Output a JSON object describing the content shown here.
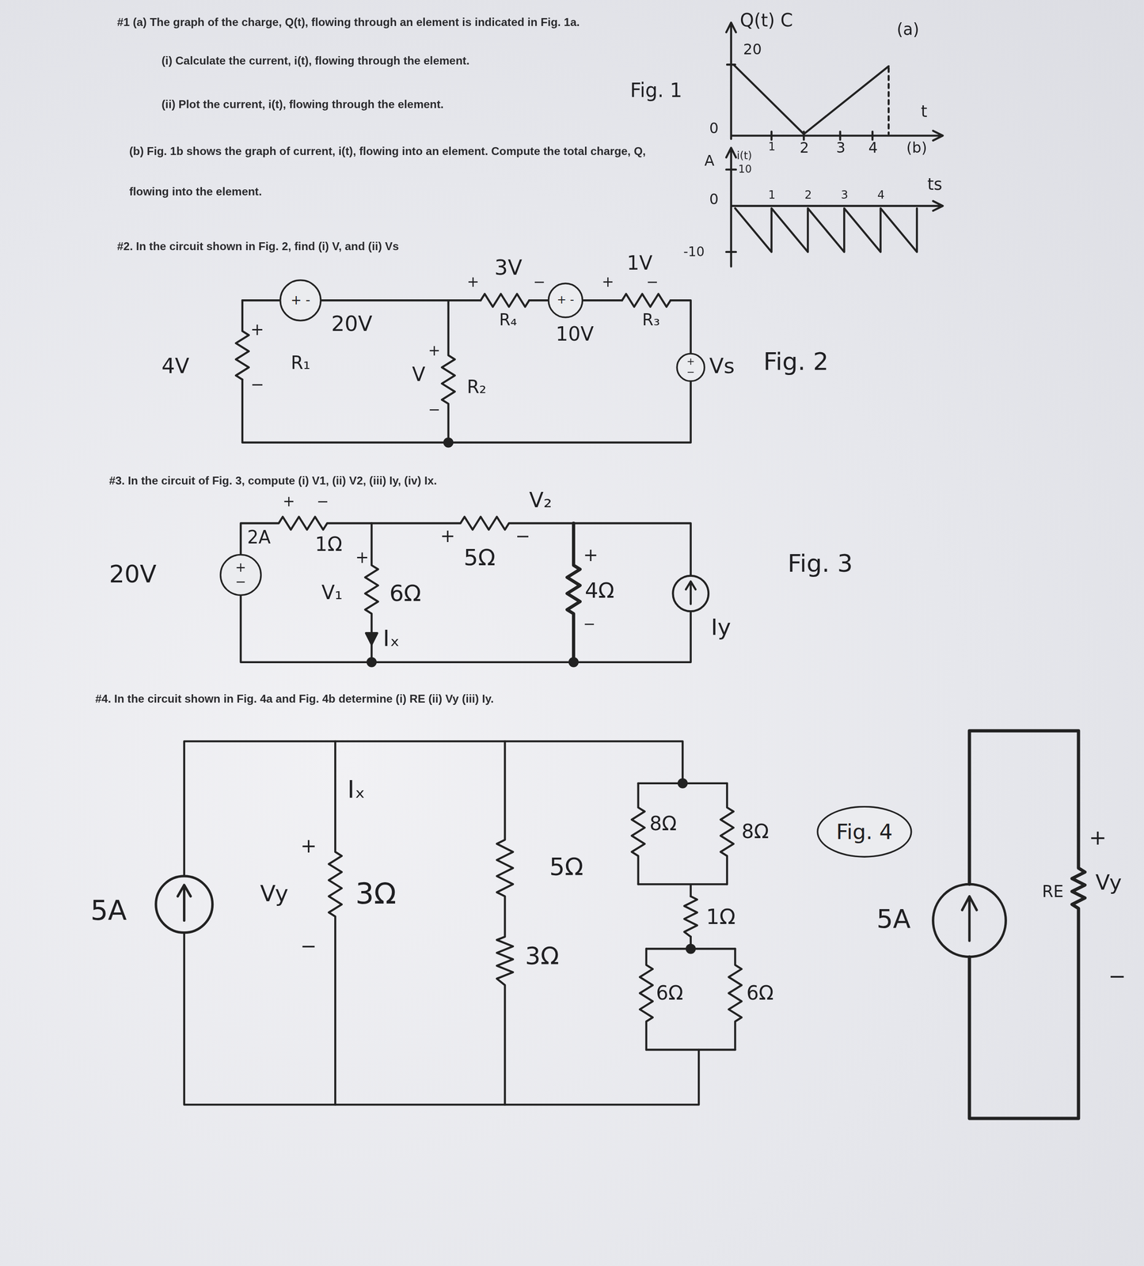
{
  "diagram": {
    "nodes": [
      {
        "text": [
          "+ -"
        ]
      },
      {
        "text": [
          "+ -"
        ]
      },
      {
        "text": [
          "+ −"
        ]
      },
      {
        "text": [
          "+ −"
        ]
      },
      {
        "text": [
          "Fig. 4"
        ]
      }
    ],
    "labels": [
      "#1 (a) The graph of the charge, Q(t), flowing through an element is indicated in Fig. 1a.",
      "(i) Calculate the current, i(t), flowing through the element.",
      "(ii) Plot the current, i(t), flowing through the element.",
      "(b) Fig. 1b shows the graph of current, i(t), flowing into an element. Compute the total charge, Q, flowing into the element.",
      "Fig. 1",
      "Q(t) C",
      "(a)",
      "20",
      "0",
      "1",
      "2",
      "3",
      "4",
      "t",
      "(b)",
      "A",
      "i(t)",
      "10",
      "0",
      "ts",
      "1",
      "2",
      "3",
      "4",
      "-10",
      "#2. In the circuit shown in Fig. 2, find (i) V, and (ii) Vs",
      "+",
      "4V",
      "−",
      "R₁",
      "20V",
      "+",
      "V",
      "−",
      "R₂",
      "+",
      "3V",
      "−",
      "R₄",
      "10V",
      "+",
      "1V",
      "−",
      "R₃",
      "Vs",
      "Fig. 2",
      "#3. In the circuit of Fig. 3, compute (i) V1, (ii) V2, (iii) Iy, (iv) Ix.",
      "+",
      "−",
      "2A",
      "1Ω",
      "20V",
      "+",
      "V₁",
      "6Ω",
      "Iₓ",
      "+",
      "−",
      "V₂",
      "5Ω",
      "+",
      "4Ω",
      "−",
      "Iy",
      "Fig. 3",
      "#4. In the circuit shown in Fig. 4a and Fig. 4b determine (i) RE (ii) Vy (iii) Iy.",
      "5A",
      "Iₓ",
      "+",
      "Vy",
      "−",
      "3Ω",
      "5Ω",
      "3Ω",
      "8Ω",
      "8Ω",
      "1Ω",
      "6Ω",
      "6Ω",
      "5A",
      "+",
      "RE",
      "Vy",
      "−"
    ]
  }
}
